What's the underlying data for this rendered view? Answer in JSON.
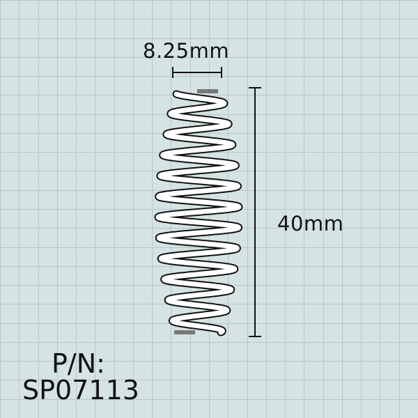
{
  "dimensions": {
    "diameter": "8.25mm",
    "length": "40mm"
  },
  "part_number": {
    "label": "P/N:",
    "value": "SP07113"
  },
  "colors": {
    "background": "#d6e3e3",
    "grid": "#b4c7cf",
    "line": "#111111",
    "spring_fill": "#ffffff",
    "spring_shadow": "#777777"
  }
}
